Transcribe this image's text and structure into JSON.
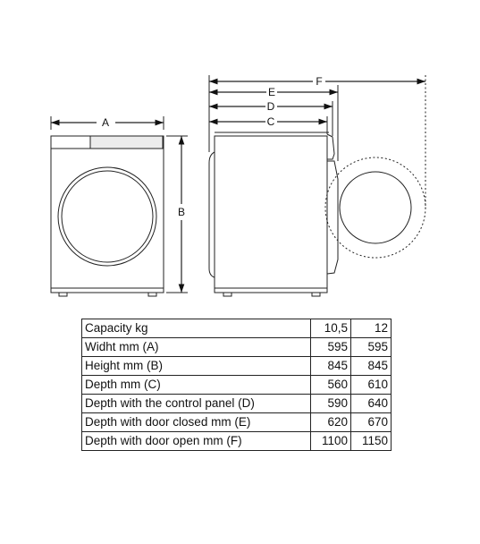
{
  "dimensions": {
    "a": "A",
    "b": "B",
    "c": "C",
    "d": "D",
    "e": "E",
    "f": "F"
  },
  "table": {
    "header": {
      "label": "Capacity kg",
      "col1": "10,5",
      "col2": "12"
    },
    "rows": [
      {
        "label": "Widht mm (A)",
        "col1": "595",
        "col2": "595"
      },
      {
        "label": "Height mm (B)",
        "col1": "845",
        "col2": "845"
      },
      {
        "label": "Depth mm (C)",
        "col1": "560",
        "col2": "610"
      },
      {
        "label": "Depth with the control panel (D)",
        "col1": "590",
        "col2": "640"
      },
      {
        "label": "Depth with door closed mm (E)",
        "col1": "620",
        "col2": "670"
      },
      {
        "label": "Depth with door open mm (F)",
        "col1": "1100",
        "col2": "1150"
      }
    ]
  }
}
